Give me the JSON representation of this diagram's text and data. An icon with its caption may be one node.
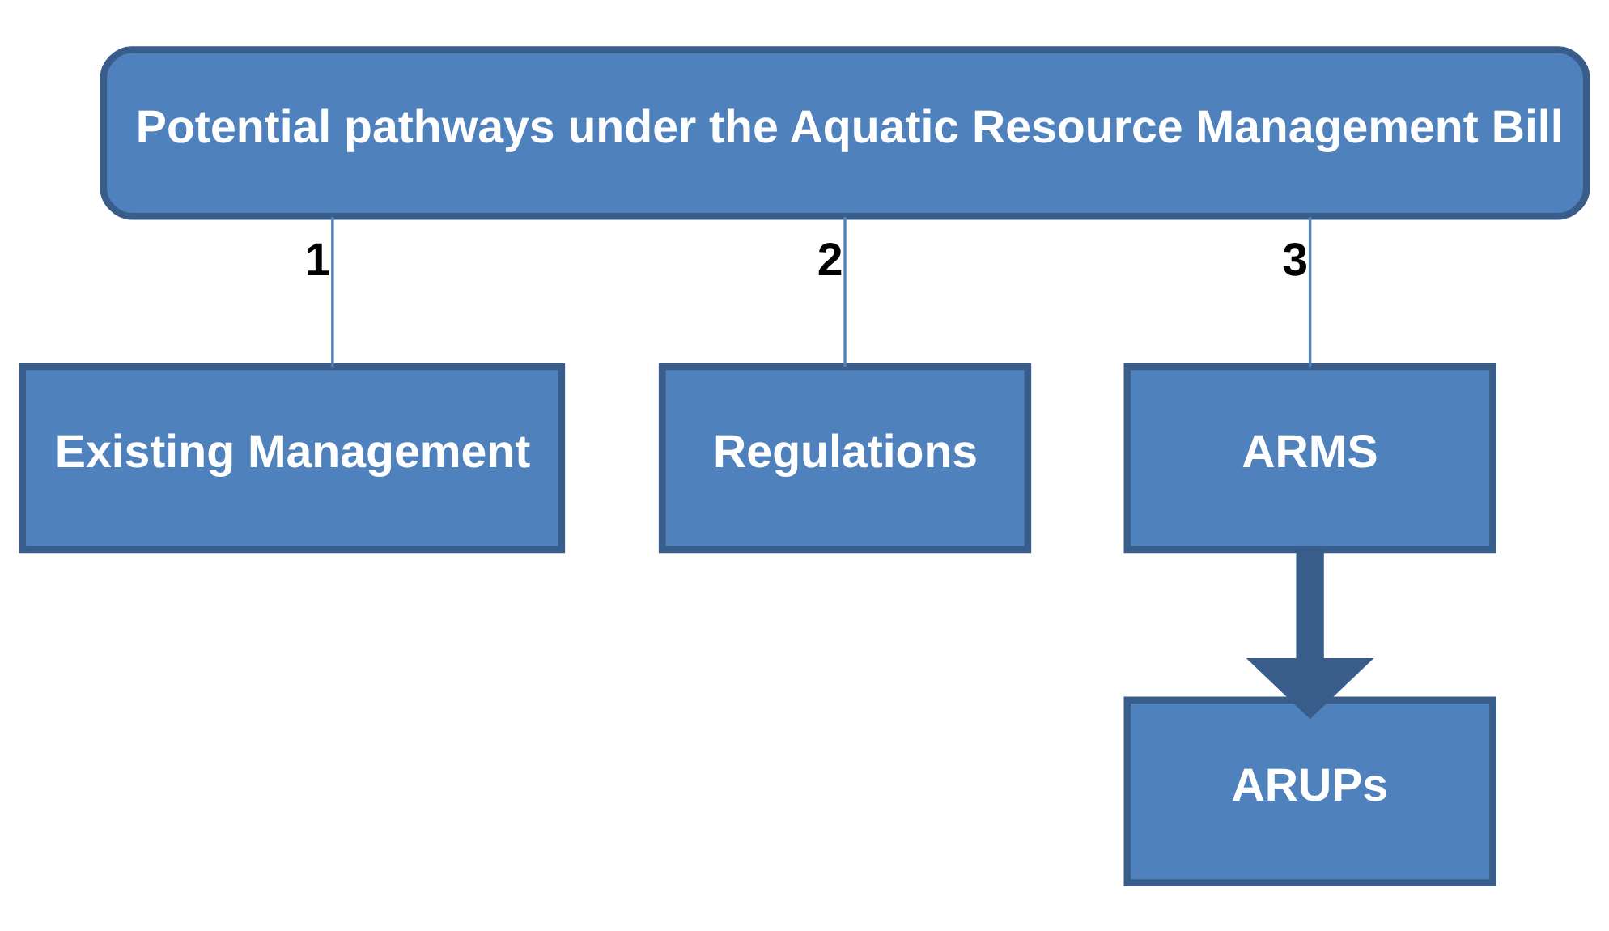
{
  "diagram": {
    "nodes": [
      {
        "text": [
          "Potential pathways under the Aquatic Resource Management Bill"
        ]
      },
      {
        "text": [
          "Existing Management"
        ]
      },
      {
        "text": [
          "Regulations"
        ]
      },
      {
        "text": [
          "ARMS"
        ]
      },
      {
        "text": [
          "ARUPs"
        ]
      }
    ],
    "edges": [
      {
        "from": 0,
        "to": 1,
        "arrow": "none",
        "label": "1"
      },
      {
        "from": 0,
        "to": 2,
        "arrow": "none",
        "label": "2"
      },
      {
        "from": 0,
        "to": 3,
        "arrow": "none",
        "label": "3"
      },
      {
        "from": 3,
        "to": 4,
        "arrow": "to",
        "style": "thick"
      }
    ]
  }
}
